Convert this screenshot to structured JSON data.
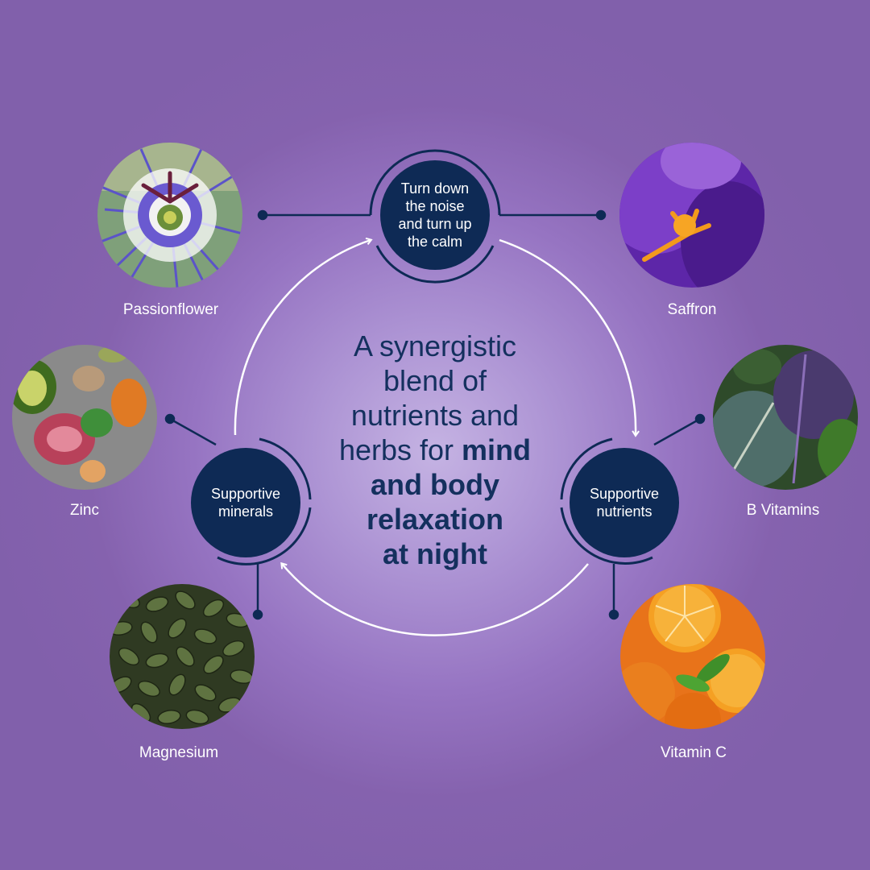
{
  "hubs": {
    "top": {
      "line1": "Turn down",
      "line2": "the noise",
      "line3": "and turn up",
      "line4": "the calm"
    },
    "left": {
      "line1": "Supportive",
      "line2": "minerals"
    },
    "right": {
      "line1": "Supportive",
      "line2": "nutrients"
    }
  },
  "center": {
    "line1": "A synergistic",
    "line2": "blend of",
    "line3": "nutrients and",
    "line4_normal": "herbs for",
    "line4_bold": "mind",
    "line5": "and body",
    "line6": "relaxation",
    "line7": "at night"
  },
  "ingredients": {
    "passionflower": "Passionflower",
    "saffron": "Saffron",
    "zinc": "Zinc",
    "b_vitamins": "B Vitamins",
    "magnesium": "Magnesium",
    "vitamin_c": "Vitamin C"
  },
  "colors": {
    "background": "#8160ab",
    "navy": "#0e2a55",
    "center_text": "#14305e",
    "arrow": "#ffffff"
  }
}
